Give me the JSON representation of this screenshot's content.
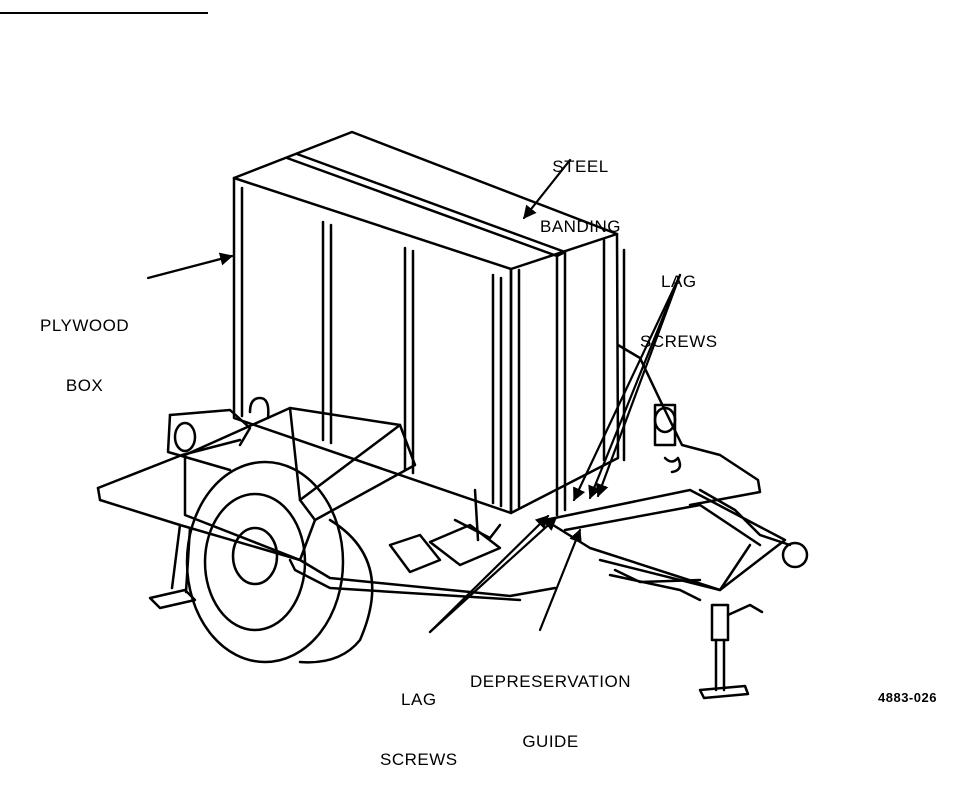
{
  "labels": {
    "steel_banding": [
      "STEEL",
      "BANDING"
    ],
    "plywood_box": [
      "PLYWOOD",
      "BOX"
    ],
    "lag_screws_top": [
      "LAG",
      "SCREWS"
    ],
    "lag_screws_bottom": [
      "LAG",
      "SCREWS"
    ],
    "depreservation_guide": [
      "DEPRESERVATION",
      "GUIDE"
    ]
  },
  "figure_number": "4883-026"
}
